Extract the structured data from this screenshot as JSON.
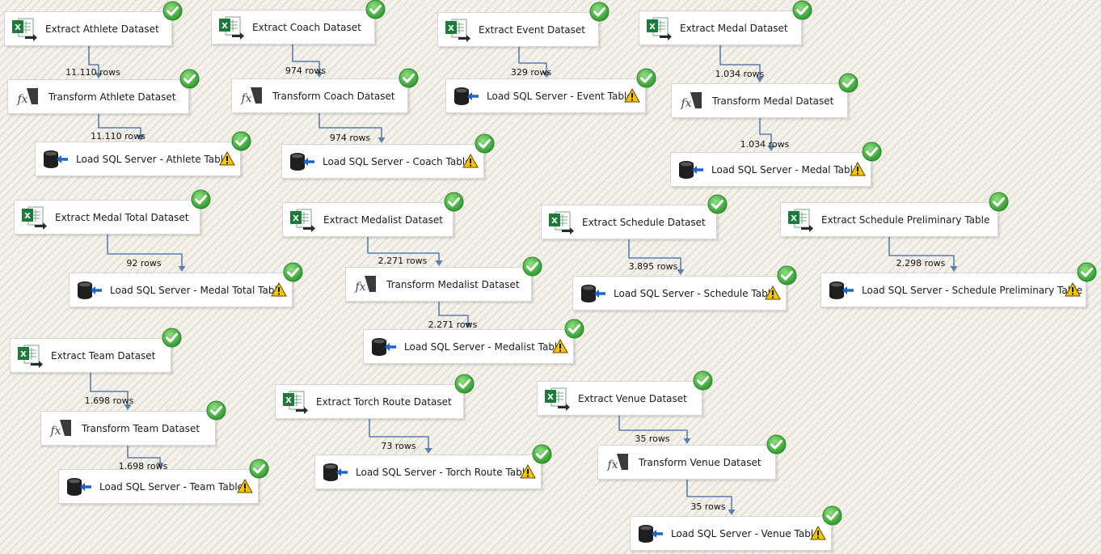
{
  "colors": {
    "success": "#3fae3f",
    "warning": "#f6c400",
    "excel": "#1d7a3c",
    "db": "#333333",
    "load_arrow": "#1e64c8",
    "wire": "#5a7fa8"
  },
  "nodes": {
    "extract_athlete": {
      "label": "Extract Athlete Dataset",
      "kind": "extract",
      "status": "success"
    },
    "transform_athlete": {
      "label": "Transform Athlete Dataset",
      "kind": "transform",
      "status": "success"
    },
    "load_athlete": {
      "label": "Load SQL Server - Athlete Table",
      "kind": "load",
      "status": "success",
      "warning": true
    },
    "extract_coach": {
      "label": "Extract Coach Dataset",
      "kind": "extract",
      "status": "success"
    },
    "transform_coach": {
      "label": "Transform Coach Dataset",
      "kind": "transform",
      "status": "success"
    },
    "load_coach": {
      "label": "Load SQL Server - Coach Table",
      "kind": "load",
      "status": "success",
      "warning": true
    },
    "extract_event": {
      "label": "Extract Event Dataset",
      "kind": "extract",
      "status": "success"
    },
    "load_event": {
      "label": "Load SQL Server - Event Table",
      "kind": "load",
      "status": "success",
      "warning": true
    },
    "extract_medal": {
      "label": "Extract Medal Dataset",
      "kind": "extract",
      "status": "success"
    },
    "transform_medal": {
      "label": "Transform Medal Dataset",
      "kind": "transform",
      "status": "success"
    },
    "load_medal": {
      "label": "Load SQL Server - Medal Table",
      "kind": "load",
      "status": "success",
      "warning": true
    },
    "extract_medaltotal": {
      "label": "Extract Medal Total Dataset",
      "kind": "extract",
      "status": "success"
    },
    "load_medaltotal": {
      "label": "Load SQL Server - Medal Total Table",
      "kind": "load",
      "status": "success",
      "warning": true
    },
    "extract_medalist": {
      "label": "Extract Medalist Dataset",
      "kind": "extract",
      "status": "success"
    },
    "transform_medalist": {
      "label": "Transform Medalist Dataset",
      "kind": "transform",
      "status": "success"
    },
    "load_medalist": {
      "label": "Load SQL Server - Medalist Table",
      "kind": "load",
      "status": "success",
      "warning": true
    },
    "extract_schedule": {
      "label": "Extract Schedule Dataset",
      "kind": "extract",
      "status": "success"
    },
    "load_schedule": {
      "label": "Load SQL Server - Schedule Table",
      "kind": "load",
      "status": "success",
      "warning": true
    },
    "extract_schedprelim": {
      "label": "Extract Schedule Preliminary Table",
      "kind": "extract",
      "status": "success"
    },
    "load_schedprelim": {
      "label": "Load SQL Server - Schedule Preliminary Table",
      "kind": "load",
      "status": "success",
      "warning": true
    },
    "extract_team": {
      "label": "Extract Team Dataset",
      "kind": "extract",
      "status": "success"
    },
    "transform_team": {
      "label": "Transform Team Dataset",
      "kind": "transform",
      "status": "success"
    },
    "load_team": {
      "label": "Load SQL Server - Team Table",
      "kind": "load",
      "status": "success",
      "warning": true
    },
    "extract_torch": {
      "label": "Extract Torch Route Dataset",
      "kind": "extract",
      "status": "success"
    },
    "load_torch": {
      "label": "Load SQL Server - Torch Route Table",
      "kind": "load",
      "status": "success",
      "warning": true
    },
    "extract_venue": {
      "label": "Extract Venue Dataset",
      "kind": "extract",
      "status": "success"
    },
    "transform_venue": {
      "label": "Transform Venue Dataset",
      "kind": "transform",
      "status": "success"
    },
    "load_venue": {
      "label": "Load SQL Server - Venue Table",
      "kind": "load",
      "status": "success",
      "warning": true
    }
  },
  "paths": {
    "athlete_1": {
      "from": "extract_athlete",
      "to": "transform_athlete",
      "rows": "11.110 rows"
    },
    "athlete_2": {
      "from": "transform_athlete",
      "to": "load_athlete",
      "rows": "11.110 rows"
    },
    "coach_1": {
      "from": "extract_coach",
      "to": "transform_coach",
      "rows": "974 rows"
    },
    "coach_2": {
      "from": "transform_coach",
      "to": "load_coach",
      "rows": "974 rows"
    },
    "event_1": {
      "from": "extract_event",
      "to": "load_event",
      "rows": "329 rows"
    },
    "medal_1": {
      "from": "extract_medal",
      "to": "transform_medal",
      "rows": "1.034 rows"
    },
    "medal_2": {
      "from": "transform_medal",
      "to": "load_medal",
      "rows": "1.034 rows"
    },
    "medaltotal_1": {
      "from": "extract_medaltotal",
      "to": "load_medaltotal",
      "rows": "92 rows"
    },
    "medalist_1": {
      "from": "extract_medalist",
      "to": "transform_medalist",
      "rows": "2.271 rows"
    },
    "medalist_2": {
      "from": "transform_medalist",
      "to": "load_medalist",
      "rows": "2.271 rows"
    },
    "schedule_1": {
      "from": "extract_schedule",
      "to": "load_schedule",
      "rows": "3.895 rows"
    },
    "schedprelim_1": {
      "from": "extract_schedprelim",
      "to": "load_schedprelim",
      "rows": "2.298 rows"
    },
    "team_1": {
      "from": "extract_team",
      "to": "transform_team",
      "rows": "1.698 rows"
    },
    "team_2": {
      "from": "transform_team",
      "to": "load_team",
      "rows": "1.698 rows"
    },
    "torch_1": {
      "from": "extract_torch",
      "to": "load_torch",
      "rows": "73 rows"
    },
    "venue_1": {
      "from": "extract_venue",
      "to": "transform_venue",
      "rows": "35 rows"
    },
    "venue_2": {
      "from": "transform_venue",
      "to": "load_venue",
      "rows": "35 rows"
    }
  }
}
